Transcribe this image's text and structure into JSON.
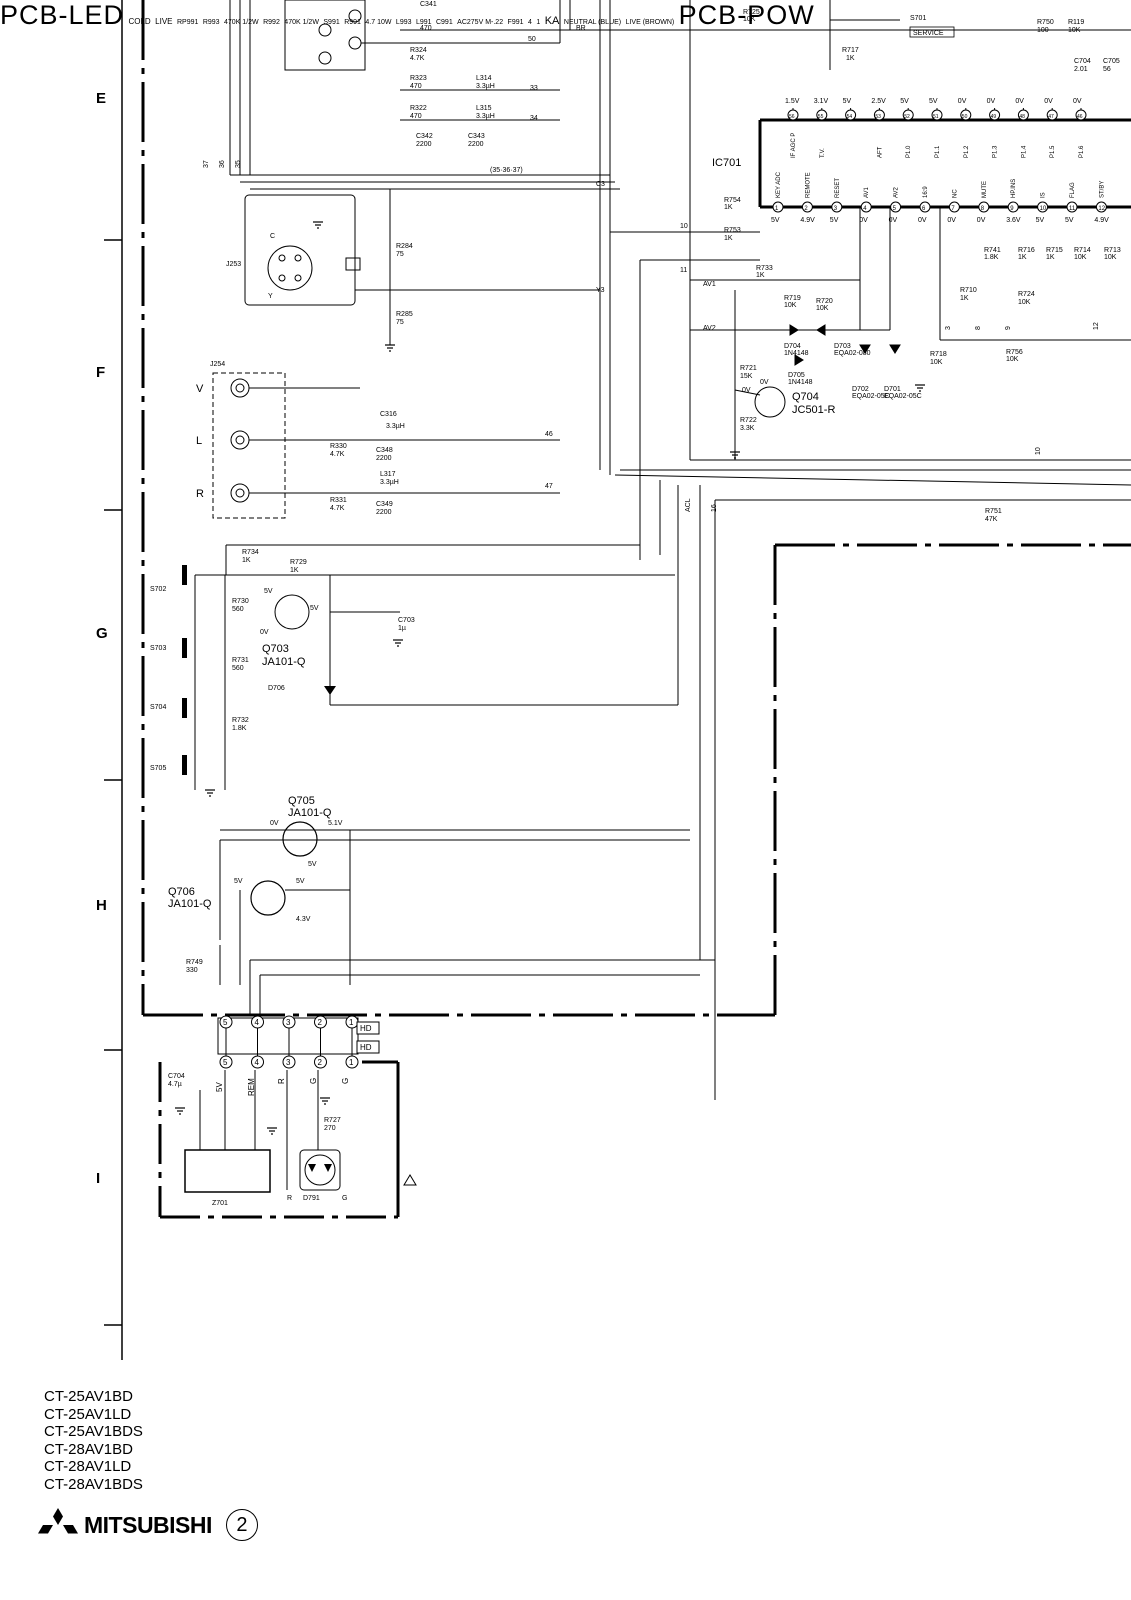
{
  "row_markers": [
    "E",
    "F",
    "G",
    "H",
    "I"
  ],
  "ic": {
    "name": "IC701",
    "top_pin_voltages": [
      "1.5V",
      "3.1V",
      "5V",
      "2.5V",
      "5V",
      "5V",
      "0V",
      "0V",
      "0V",
      "0V",
      "0V"
    ],
    "top_pin_numbers": [
      "56",
      "55",
      "54",
      "53",
      "52",
      "51",
      "50",
      "49",
      "48",
      "47",
      "46"
    ],
    "top_pin_names": [
      "IF AGC P",
      "T.V.",
      "",
      "AFT",
      "P1.0",
      "P1.1",
      "P1.2",
      "P1.3",
      "P1.4",
      "P1.5",
      "P1.6"
    ],
    "bottom_pin_names": [
      "KEY ADC",
      "REMOTE",
      "RESET",
      "AV1",
      "AV2",
      "16:9",
      "NC",
      "MUTE",
      "HP.INS",
      "IS",
      "FLAG",
      "ST/BY"
    ],
    "bottom_pin_numbers": [
      "1",
      "2",
      "3",
      "4",
      "5",
      "6",
      "7",
      "8",
      "9",
      "10",
      "11",
      "12"
    ],
    "bottom_pin_voltages": [
      "5V",
      "4.9V",
      "5V",
      "0V",
      "0V",
      "0V",
      "0V",
      "0V",
      "3.6V",
      "5V",
      "5V",
      "4.9V"
    ]
  },
  "components": {
    "r725": "R725",
    "r725_val": "10K",
    "s701": "S701",
    "service": "SERVICE",
    "r717": "R717",
    "r717_val": "1K",
    "r750": "R750",
    "r750_val": "100",
    "r119": "R119",
    "r119_val": "10K",
    "c704b": "C704",
    "c704b_val": "2.01",
    "c705": "C705",
    "c705_val": "56",
    "c341": "C341",
    "c341_val": "470",
    "r324": "R324",
    "r324_val": "4.7K",
    "r323": "R323",
    "r323_val": "470",
    "l314": "L314",
    "l314_val": "3.3µH",
    "r322": "R322",
    "r322_val": "470",
    "l315": "L315",
    "l315_val": "3.3µH",
    "c342": "C342",
    "c342_val": "2200",
    "c343": "C343",
    "c343_val": "2200",
    "bus_note": "(35·36·37)",
    "r754": "R754",
    "r754_val": "1K",
    "r753": "R753",
    "r753_val": "1K",
    "r733": "R733",
    "r733_val": "1K",
    "r284": "R284",
    "r284_val": "75",
    "r285": "R285",
    "r285_val": "75",
    "j253": "J253",
    "j254": "J254",
    "r719": "R719",
    "r719_val": "10K",
    "r720": "R720",
    "r720_val": "10K",
    "d704": "D704",
    "d704_val": "1N4148",
    "d703": "D703",
    "d703_val": "EQA02-080",
    "d705": "D705",
    "d705_val": "1N4148",
    "d702": "D702",
    "d702_val": "EQA02-05C",
    "d701": "D701",
    "d701_val": "EQA02-05C",
    "r721": "R721",
    "r721_val": "15K",
    "r722": "R722",
    "r722_val": "3.3K",
    "q704": "Q704",
    "q704_val": "JC501-R",
    "r718": "R718",
    "r718_val": "10K",
    "r710": "R710",
    "r710_val": "1K",
    "r724": "R724",
    "r724_val": "10K",
    "r756": "R756",
    "r756_val": "10K",
    "r741": "R741",
    "r741_val": "1.8K",
    "r716": "R716",
    "r716_val": "1K",
    "r715": "R715",
    "r715_val": "1K",
    "r714": "R714",
    "r714_val": "10K",
    "r713": "R713",
    "r713_val": "10K",
    "c316": "C316",
    "c316_val": "3.3µH",
    "r330": "R330",
    "r330_val": "4.7K",
    "c348": "C348",
    "c348_val": "2200",
    "l317": "L317",
    "l317_val": "3.3µH",
    "r331": "R331",
    "r331_val": "4.7K",
    "c349": "C349",
    "c349_val": "2200",
    "r751": "R751",
    "r751_val": "47K",
    "r734": "R734",
    "r734_val": "1K",
    "r729": "R729",
    "r729_val": "1K",
    "r730": "R730",
    "r730_val": "560",
    "r731": "R731",
    "r731_val": "560",
    "r732": "R732",
    "r732_val": "1.8K",
    "s702": "S702",
    "s703": "S703",
    "s704": "S704",
    "s705": "S705",
    "q703": "Q703",
    "q703_val": "JA101-Q",
    "c703": "C703",
    "c703_val": "1µ",
    "d706": "D706",
    "q705": "Q705",
    "q705_val": "JA101-Q",
    "q706": "Q706",
    "q706_val": "JA101-Q",
    "r749": "R749",
    "r749_val": "330",
    "c704": "C704",
    "c704_val": "4.7µ",
    "r727": "R727",
    "r727_val": "270",
    "z701": "Z701",
    "d791": "D791",
    "rp991": "RP991",
    "r993": "R993",
    "r993_val": "470K 1/2W",
    "r992": "R992",
    "r992_val": "470K 1/2W",
    "s991": "S991",
    "r991": "R991",
    "r991_val": "4.7 10W",
    "l993": "L993",
    "l991": "L991",
    "c991": "C991",
    "c991_val": "AC275V M-.22",
    "f991": "F991",
    "ka": "KA",
    "neutral": "NEUTRAL (BLUE)",
    "live": "LIVE (BROWN)"
  },
  "net_labels": {
    "n50": "50",
    "br": "BR",
    "n33": "33",
    "n34": "34",
    "n37": "37",
    "n36": "36",
    "n35": "35",
    "c3": "C3",
    "y3": "Y3",
    "n10": "10",
    "n11": "11",
    "av1": "AV1",
    "av2": "AV2",
    "n46": "46",
    "n47": "47",
    "acl": "ACL",
    "n16": "16",
    "n12": "12",
    "n10b": "10",
    "n3": "3",
    "n8": "8",
    "n9": "9"
  },
  "voltages": {
    "q703_b": "0V",
    "q703_e": "5V",
    "q703_c": "5V",
    "q704_b": "0V",
    "q704_e": "0V",
    "q705_b": "0V",
    "q705_e": "5.1V",
    "q705_c": "5V",
    "q706_b": "5V",
    "q706_e": "5V",
    "q706_c": "4.3V"
  },
  "jack_labels": {
    "v": "V",
    "l": "L",
    "r": "R",
    "c": "C",
    "y": "Y"
  },
  "connector": {
    "top_pins": [
      "5",
      "4",
      "3",
      "2",
      "1"
    ],
    "bottom_pins": [
      "5",
      "4",
      "3",
      "2",
      "1"
    ],
    "hd1": "HD",
    "hd2": "HD",
    "signals": [
      "5V",
      "REM",
      "R",
      "G",
      "G"
    ],
    "led_pins": [
      "R",
      "G"
    ]
  },
  "power": {
    "ac_pins": [
      "4",
      "1"
    ]
  },
  "boards": {
    "led": "PCB-LED",
    "power": "PCB-POW"
  },
  "zone_labels": {
    "cold": "COLD",
    "live": "LIVE"
  },
  "models": [
    "CT-25AV1BD",
    "CT-25AV1LD",
    "CT-25AV1BDS",
    "CT-28AV1BD",
    "CT-28AV1LD",
    "CT-28AV1BDS"
  ],
  "brand": "MITSUBISHI",
  "page_number": "2"
}
